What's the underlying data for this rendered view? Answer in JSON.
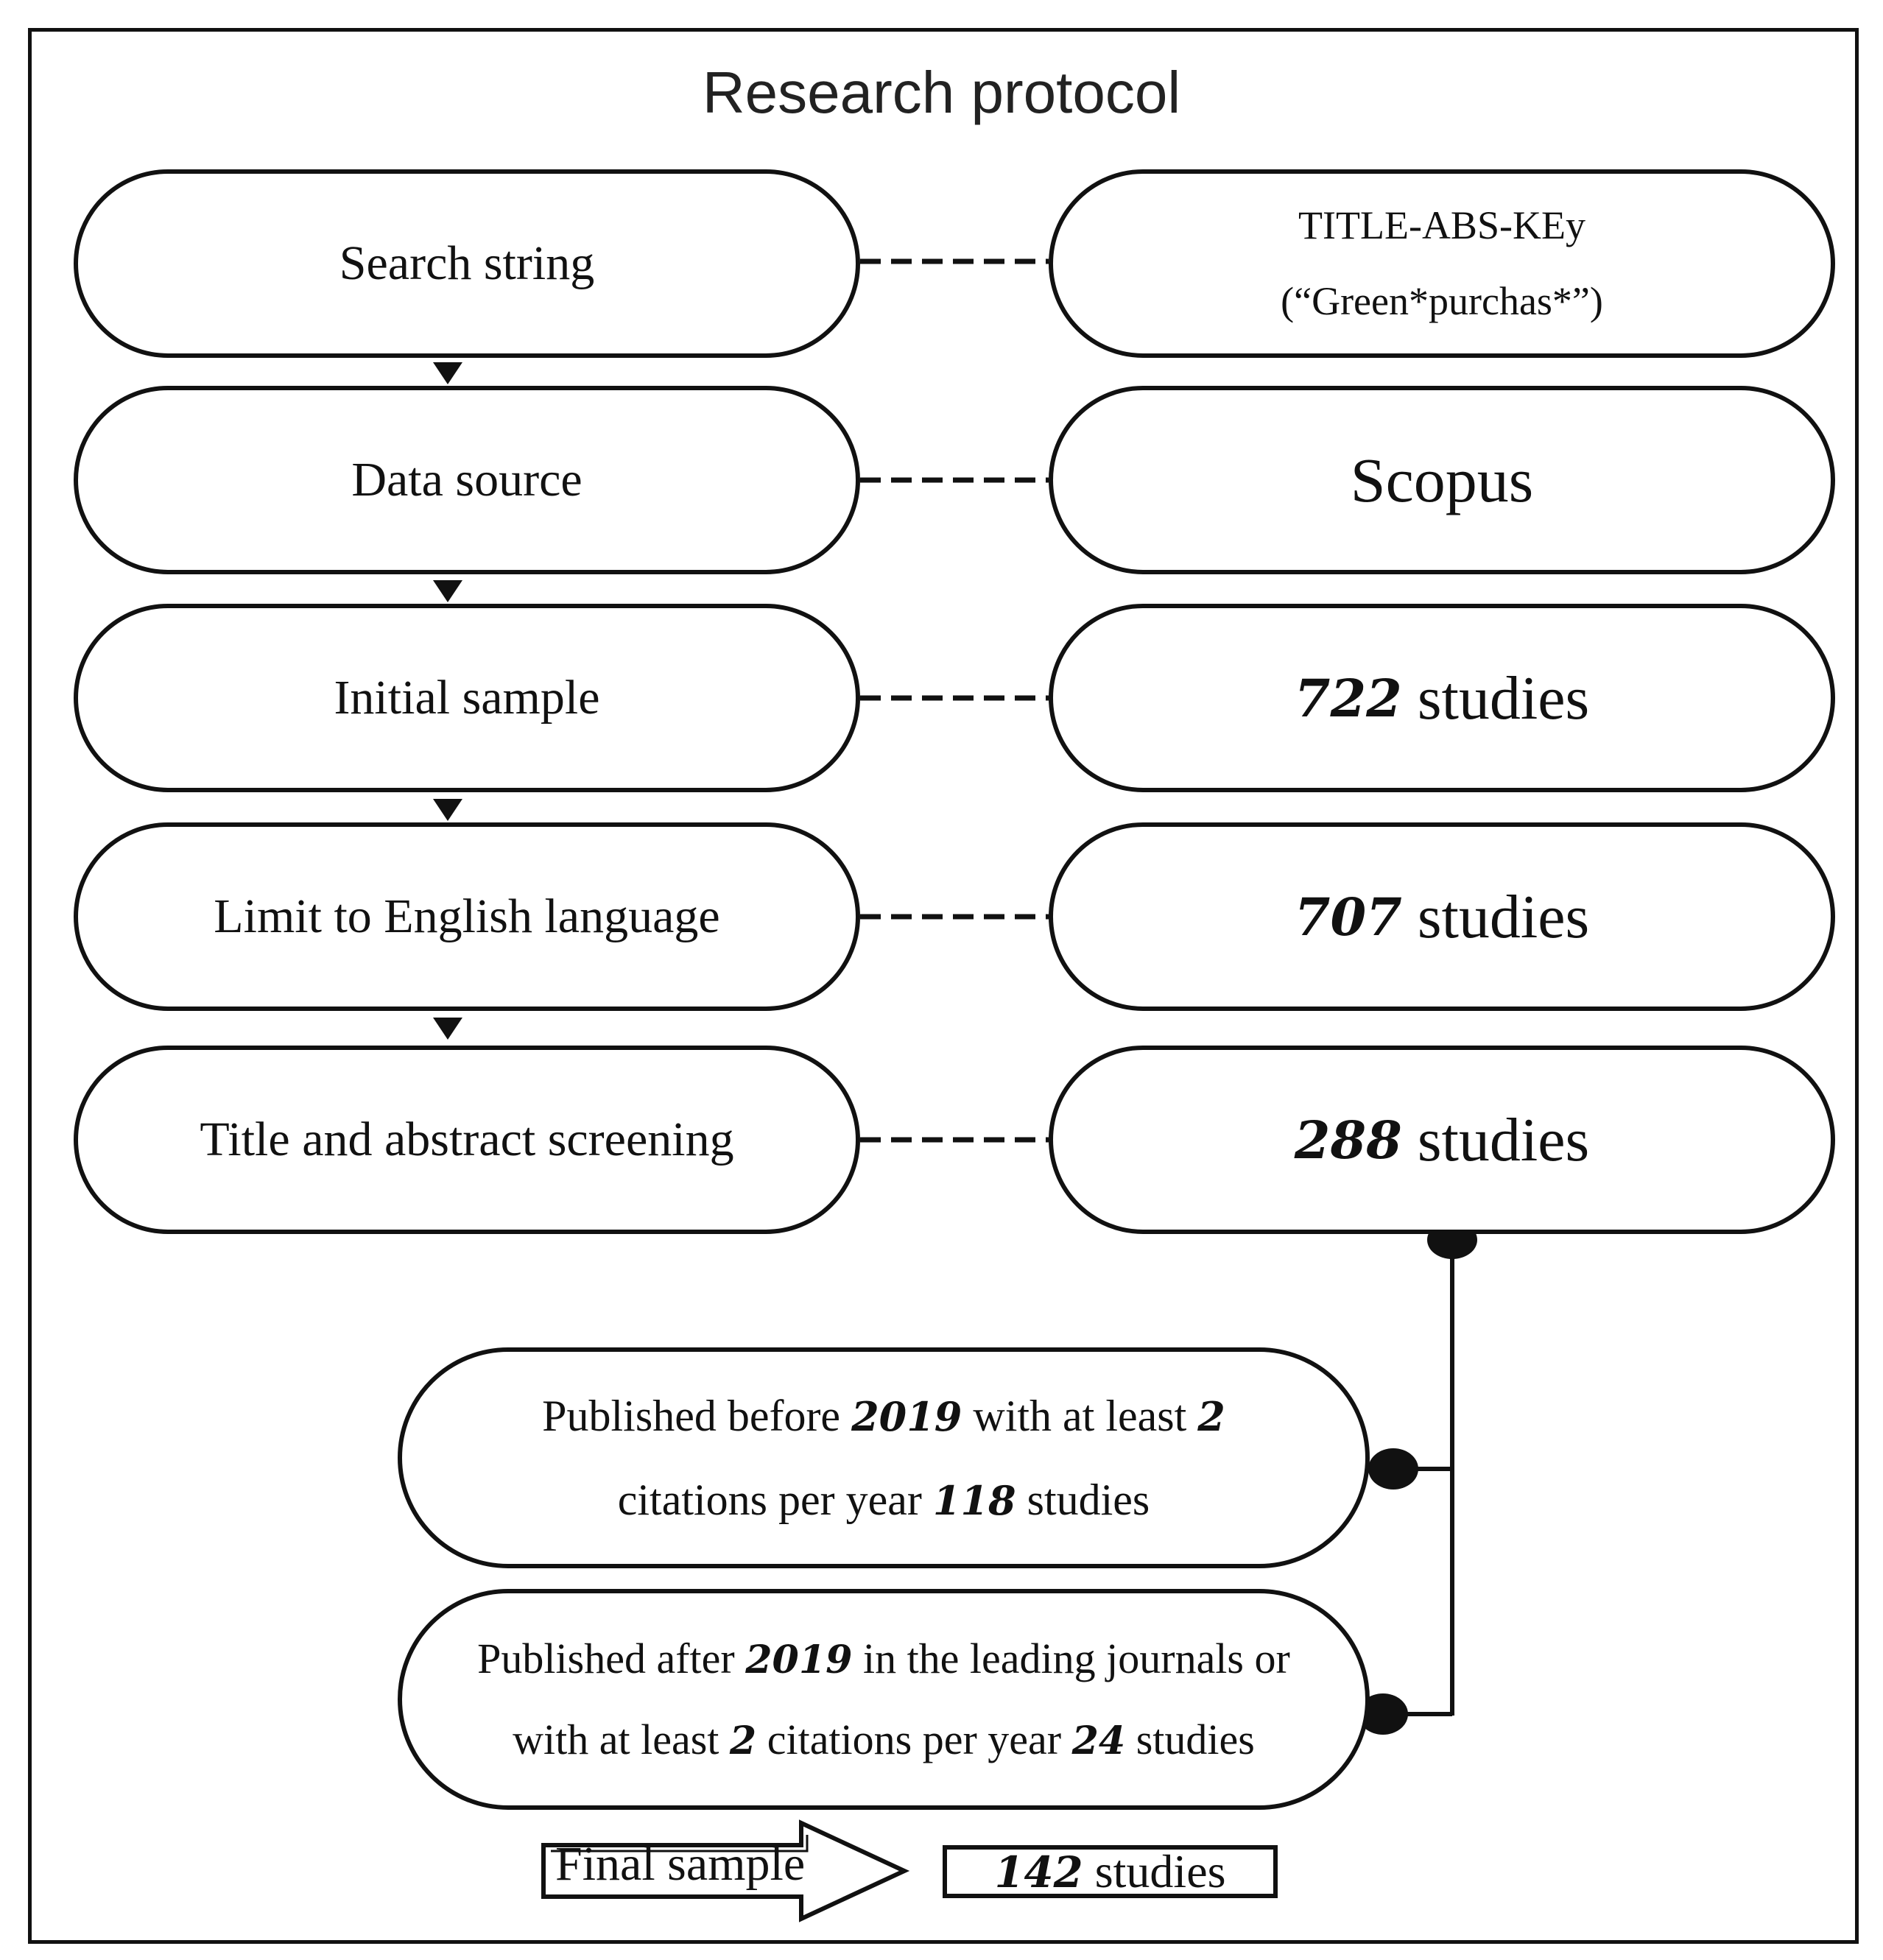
{
  "title": "Research protocol",
  "steps": [
    {
      "label": "Search string",
      "result_line1": "TITLE-ABS-KEy",
      "result_line2": "(“Green*purchas*”)"
    },
    {
      "label": "Data source",
      "result": "Scopus"
    },
    {
      "label": "Initial sample",
      "count": "722",
      "unit": "studies"
    },
    {
      "label": "Limit to English language",
      "count": "707",
      "unit": "studies"
    },
    {
      "label": "Title and abstract screening",
      "count": "288",
      "unit": "studies"
    }
  ],
  "filters": [
    {
      "line1_pre": "Published before ",
      "line1_year": "2019",
      "line1_mid": " with at least ",
      "line1_num": "2",
      "line2_pre": "citations per year ",
      "line2_num": "118",
      "line2_post": " studies"
    },
    {
      "line1_pre": "Published after ",
      "line1_year": "2019",
      "line1_post": " in the leading journals or",
      "line2_pre": "with at least ",
      "line2_num": "2",
      "line2_mid": " citations per year ",
      "line2_num2": "24",
      "line2_post": " studies"
    }
  ],
  "final": {
    "label": "Final sample",
    "count": "142",
    "unit": "studies"
  }
}
